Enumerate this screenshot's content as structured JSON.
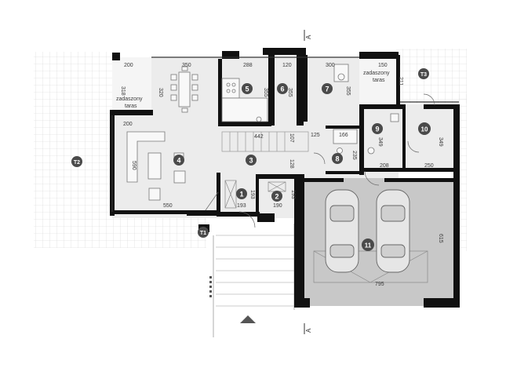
{
  "rooms": [
    {
      "id": "1",
      "label": "1"
    },
    {
      "id": "2",
      "label": "2"
    },
    {
      "id": "3",
      "label": "3"
    },
    {
      "id": "4",
      "label": "4"
    },
    {
      "id": "5",
      "label": "5"
    },
    {
      "id": "6",
      "label": "6"
    },
    {
      "id": "7",
      "label": "7"
    },
    {
      "id": "8",
      "label": "8"
    },
    {
      "id": "9",
      "label": "9"
    },
    {
      "id": "10",
      "label": "10"
    },
    {
      "id": "11",
      "label": "11"
    }
  ],
  "terraces": [
    {
      "id": "T1",
      "label": "T1"
    },
    {
      "id": "T2",
      "label": "T2"
    },
    {
      "id": "T3",
      "label": "T3"
    }
  ],
  "roof_labels": {
    "left": [
      "zadaszony",
      "taras"
    ],
    "right": [
      "zadaszony",
      "taras"
    ]
  },
  "section_marks": {
    "top": "A",
    "bottom": "A"
  },
  "dimensions": {
    "d200_top": "200",
    "d350": "350",
    "d288": "288",
    "d120": "120",
    "d300": "300",
    "d150": "150",
    "d318": "318",
    "d320": "320",
    "d355a": "355",
    "d355b": "355",
    "d355c": "355",
    "d211": "211",
    "d200_mid": "200",
    "d442": "442",
    "d107": "107",
    "d125": "125",
    "d166": "166",
    "d349a": "349",
    "d349b": "349",
    "d590": "590",
    "d128": "128",
    "d235": "235",
    "d208": "208",
    "d250": "250",
    "d193a": "193",
    "d193b": "193",
    "d193c": "193",
    "d190": "190",
    "d550": "550",
    "d615": "615",
    "d795": "795"
  },
  "colors": {
    "wall": "#111111",
    "floor": "#ececec",
    "garage": "#c8c8c8",
    "grid": "#cfcfcf",
    "marker": "#4a4a4a"
  }
}
